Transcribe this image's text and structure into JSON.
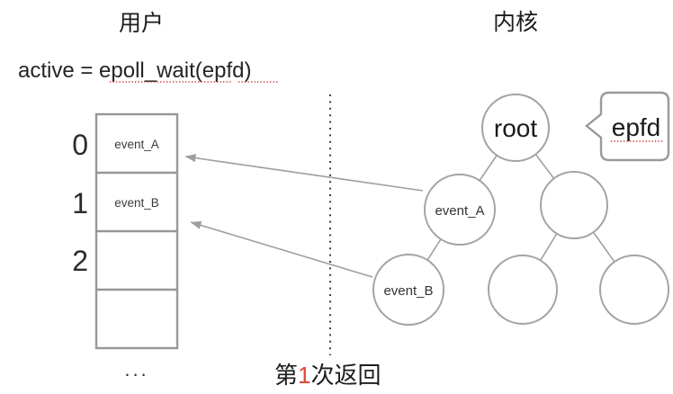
{
  "titles": {
    "user": "用户",
    "kernel": "内核"
  },
  "code_line": {
    "text": "active = epoll_wait(epfd)"
  },
  "ready_array": {
    "indices": [
      "0",
      "1",
      "2"
    ],
    "cells": [
      "event_A",
      "event_B",
      "",
      ""
    ],
    "ellipsis": "..."
  },
  "caption": {
    "prefix": "第",
    "number": "1",
    "suffix": "次返回"
  },
  "tree": {
    "root_label": "root",
    "node_a_label": "event_A",
    "node_b_label": "event_B",
    "callout_label": "epfd"
  },
  "colors": {
    "accent_red": "#e2462f",
    "squiggle_red": "#c9392e",
    "line_gray": "#9e9e9e",
    "border_gray": "#979797",
    "divider_dark": "#3e3e3e"
  }
}
